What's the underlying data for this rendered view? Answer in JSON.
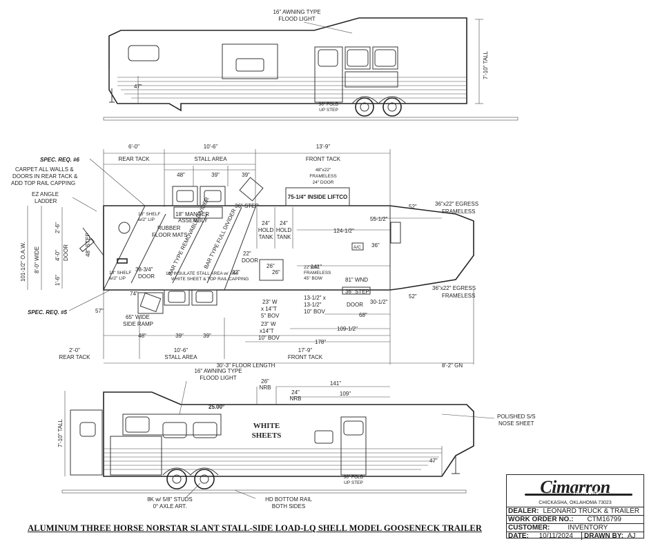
{
  "top_view": {
    "awning_light": [
      "16\" AWNING TYPE",
      "FLOOD LIGHT"
    ],
    "height": "7'-10\" TALL",
    "ground_height": "47\"",
    "step": [
      "36\" FOLD",
      "UP STEP"
    ]
  },
  "floor_plan": {
    "spec_6": "SPEC. REQ. #6",
    "spec_5": "SPEC. REQ. #5",
    "carpet_note": [
      "CARPET ALL WALLS &",
      "DOORS IN REAR TACK &",
      "ADD TOP RAIL CAPPING"
    ],
    "ez_angle": [
      "EZ ANGLE",
      "LADDER"
    ],
    "rear_tack_top": [
      "6'-0\"",
      "REAR TACK"
    ],
    "stall_area_top": [
      "10'-6\"",
      "STALL AREA"
    ],
    "front_tack_top": [
      "13'-9\"",
      "FRONT TACK"
    ],
    "dims_top": [
      "48\"",
      "39\"",
      "39\""
    ],
    "window_note": [
      "48\"x22\"",
      "FRAMELESS",
      "24\" DOOR"
    ],
    "inside_liftco": "75-1/4\" INSIDE LIFTCO",
    "step_36": "36\" STEP",
    "shelf_top": [
      "18\" SHELF",
      "w/2\" LIP"
    ],
    "manger": [
      "18\" MANGER",
      "ASSEMBLY"
    ],
    "rubber_mats": [
      "RUBBER",
      "FLOOR MATS"
    ],
    "removable_divider": "BAR TYPE REMOVABLE DIVIDER",
    "full_divider": "BAR TYPE FULL DIVIDER",
    "holding_tank_1": [
      "24\"",
      "HOLD",
      "TANK"
    ],
    "holding_tank_2": [
      "24\"",
      "HOLD",
      "TANK"
    ],
    "oaw": "101-1/2\" O.A.W.",
    "wide": "8'-0\" WIDE",
    "left_dims": [
      "2'-6\"",
      "4'-0\"",
      "DOOR",
      "1'-6\""
    ],
    "step_48": "48\" STEP",
    "door_38": [
      "38-3/4\"",
      "DOOR"
    ],
    "shelf_bottom": [
      "18\" SHELF",
      "w/2\" LIP"
    ],
    "insulate_note": [
      "18\" INSULATE STALL AREA w/ .050",
      "WHITE SHEET & TOP RAIL CAPPING"
    ],
    "door_22": [
      "22\"",
      "DOOR"
    ],
    "dim_32": "32\"",
    "dim_26": "26\"",
    "dim_26b": "26\"",
    "window_note_2": [
      "22\"x15\"",
      "FRAMELESS",
      "45\" BOW"
    ],
    "dim_124": "124-1/2\"",
    "dim_55": "55-1/2\"",
    "dim_52a": "52\"",
    "dim_52b": "52\"",
    "egress_1": [
      "36\"x22\" EGRESS",
      "FRAMELESS"
    ],
    "egress_2": [
      "36\"x22\" EGRESS",
      "FRAMELESS"
    ],
    "ac": "A/C",
    "dim_36": "36\"",
    "dim_141": "141\"",
    "wnd_81": "81\" WND",
    "step_36b": "36\" STEP",
    "door_30": [
      "DOOR",
      "30-1/2\""
    ],
    "dim_68": "68\"",
    "dim_57": "57\"",
    "dim_74": "74\"",
    "ramp": [
      "65\" WIDE",
      "SIDE RAMP"
    ],
    "bottom_dims": [
      "48\"",
      "39\"",
      "39\""
    ],
    "win_23a": [
      "23\" W",
      "x 14\"T",
      "5\" BOV"
    ],
    "win_23b": [
      "23\" W",
      "x14\"T",
      "10\" BOV"
    ],
    "win_13": [
      "13-1/2\" x",
      "13-1/2\"",
      "10\" BOV"
    ],
    "dim_109": "109-1/2\"",
    "dim_178": "178\"",
    "rear_tack_bot": [
      "2'-0\"",
      "REAR TACK"
    ],
    "stall_area_bot": [
      "10'-6\"",
      "STALL AREA"
    ],
    "front_tack_bot": [
      "17'-9\"",
      "FRONT TACK"
    ],
    "floor_length": "30'-3\" FLOOR LENGTH",
    "gn": "8'-2\" GN"
  },
  "bottom_view": {
    "awning_light": [
      "16\" AWNING TYPE",
      "FLOOD LIGHT"
    ],
    "nrb_26": [
      "26\"",
      "NRB"
    ],
    "nrb_24": [
      "24\"",
      "NRB"
    ],
    "dim_141": "141\"",
    "dim_109": "109\"",
    "angle": "25.00°",
    "sheets": [
      "WHITE",
      "SHEETS"
    ],
    "height": "7'-10\" TALL",
    "ground_height": "47\"",
    "nose": [
      "POLISHED S/S",
      "NOSE SHEET"
    ],
    "step": [
      "36\" FOLD",
      "UP STEP"
    ],
    "axles": [
      "8K w/ 5/8\" STUDS",
      "0° AXLE ART."
    ],
    "rail": [
      "HD BOTTOM RAIL",
      "BOTH SIDES"
    ]
  },
  "title": "ALUMINUM THREE HORSE NORSTAR SLANT STALL-SIDE LOAD-LQ SHELL MODEL GOOSENECK TRAILER",
  "title_block": {
    "logo": "Cimarron",
    "logo_sub": "TRAILERS",
    "city": "CHICKASHA, OKLAHOMA 73023",
    "dealer_k": "DEALER:",
    "dealer_v": "LEONARD TRUCK & TRAILER",
    "wo_k": "WORK ORDER NO.:",
    "wo_v": "CTM16799",
    "cust_k": "CUSTOMER:",
    "cust_v": "INVENTORY",
    "date_k": "DATE:",
    "date_v": "10/11/2024",
    "drawn_k": "DRAWN BY:",
    "drawn_v": "AJ"
  }
}
